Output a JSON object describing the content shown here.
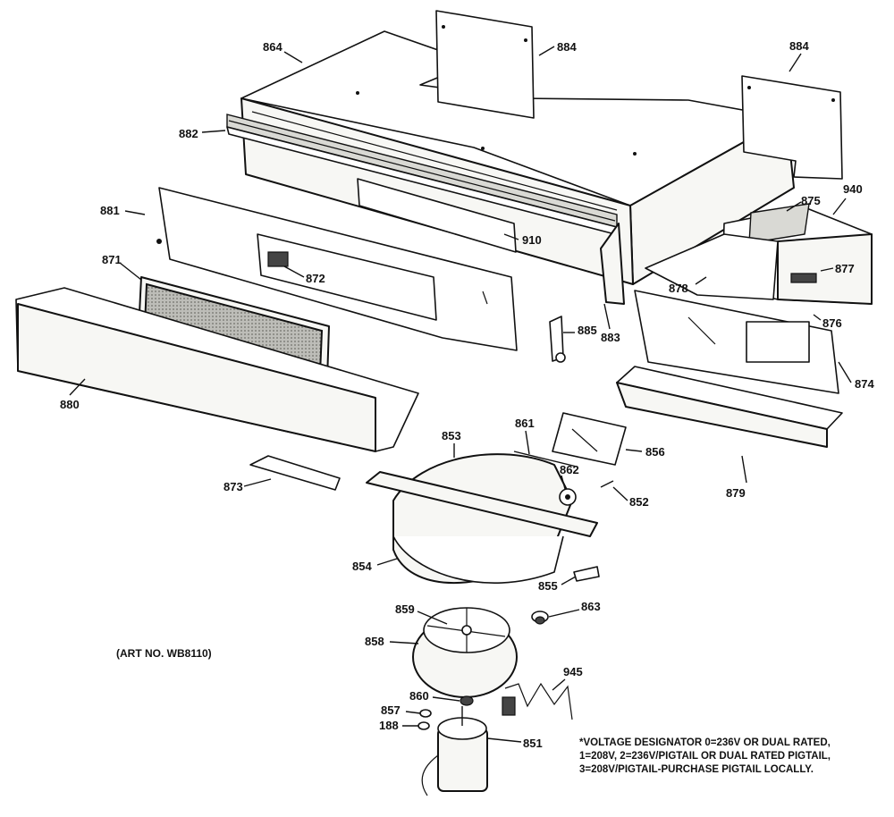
{
  "callouts": [
    {
      "id": "864",
      "text": "864"
    },
    {
      "id": "884a",
      "text": "884"
    },
    {
      "id": "884b",
      "text": "884"
    },
    {
      "id": "882",
      "text": "882"
    },
    {
      "id": "940",
      "text": "940"
    },
    {
      "id": "875",
      "text": "875"
    },
    {
      "id": "881",
      "text": "881"
    },
    {
      "id": "910",
      "text": "910"
    },
    {
      "id": "877",
      "text": "877"
    },
    {
      "id": "871",
      "text": "871"
    },
    {
      "id": "872",
      "text": "872"
    },
    {
      "id": "878",
      "text": "878"
    },
    {
      "id": "876",
      "text": "876"
    },
    {
      "id": "885",
      "text": "885"
    },
    {
      "id": "883",
      "text": "883"
    },
    {
      "id": "874",
      "text": "874"
    },
    {
      "id": "880",
      "text": "880"
    },
    {
      "id": "861",
      "text": "861"
    },
    {
      "id": "853",
      "text": "853"
    },
    {
      "id": "856",
      "text": "856"
    },
    {
      "id": "862",
      "text": "862"
    },
    {
      "id": "873",
      "text": "873"
    },
    {
      "id": "852",
      "text": "852"
    },
    {
      "id": "879",
      "text": "879"
    },
    {
      "id": "854",
      "text": "854"
    },
    {
      "id": "855",
      "text": "855"
    },
    {
      "id": "859",
      "text": "859"
    },
    {
      "id": "863",
      "text": "863"
    },
    {
      "id": "858",
      "text": "858"
    },
    {
      "id": "945",
      "text": "945"
    },
    {
      "id": "860",
      "text": "860"
    },
    {
      "id": "857",
      "text": "857"
    },
    {
      "id": "188",
      "text": "188"
    },
    {
      "id": "851",
      "text": "851"
    }
  ],
  "art_number": "(ART NO. WB8110)",
  "voltage_note": [
    "*VOLTAGE DESIGNATOR 0=236V OR DUAL RATED,",
    "1=208V, 2=236V/PIGTAIL OR DUAL RATED PIGTAIL,",
    "3=208V/PIGTAIL-PURCHASE PIGTAIL LOCALLY."
  ]
}
